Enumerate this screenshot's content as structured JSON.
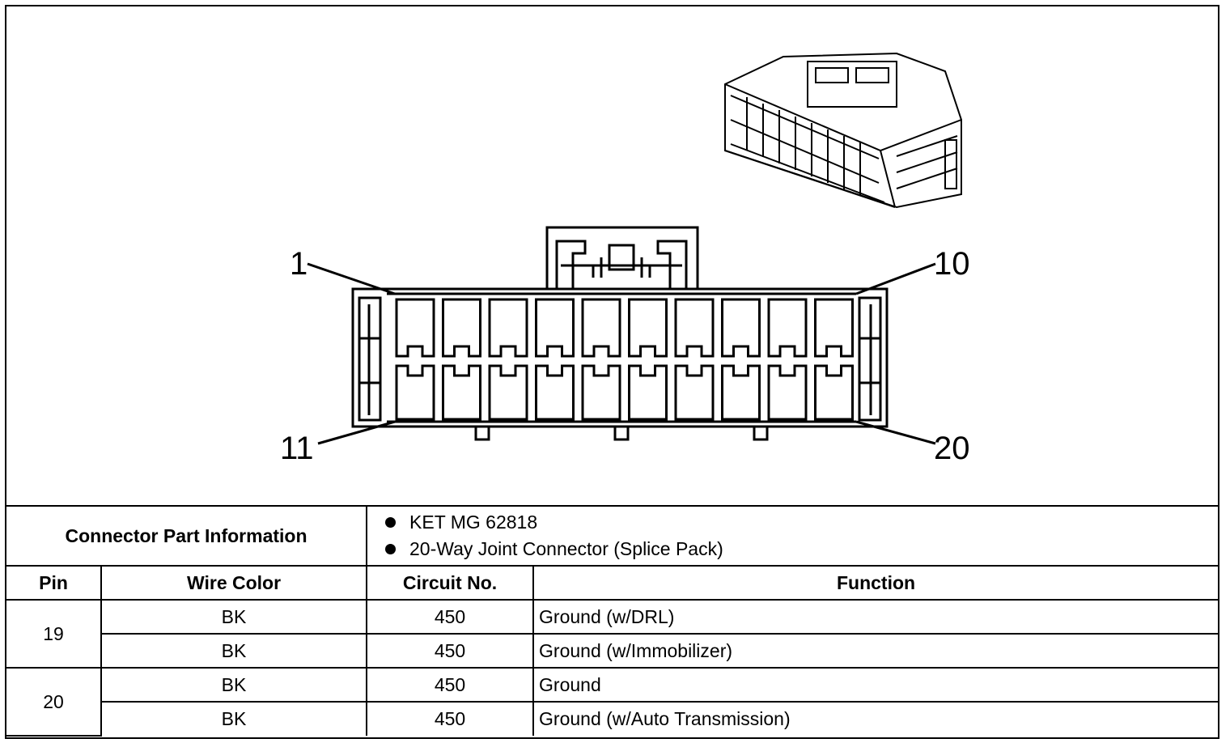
{
  "diagram": {
    "pin_labels": {
      "first_top": "1",
      "last_top": "10",
      "first_bottom": "11",
      "last_bottom": "20"
    }
  },
  "connector_info": {
    "label": "Connector Part Information",
    "items": [
      "KET MG 62818",
      "20-Way Joint Connector (Splice Pack)"
    ]
  },
  "table": {
    "headers": {
      "pin": "Pin",
      "wire_color": "Wire Color",
      "circuit": "Circuit No.",
      "function": "Function"
    },
    "groups": [
      {
        "pin": "19",
        "rows": [
          {
            "wire_color": "BK",
            "circuit": "450",
            "function": "Ground (w/DRL)"
          },
          {
            "wire_color": "BK",
            "circuit": "450",
            "function": "Ground (w/Immobilizer)"
          }
        ]
      },
      {
        "pin": "20",
        "rows": [
          {
            "wire_color": "BK",
            "circuit": "450",
            "function": "Ground"
          },
          {
            "wire_color": "BK",
            "circuit": "450",
            "function": "Ground (w/Auto Transmission)"
          }
        ]
      }
    ]
  }
}
